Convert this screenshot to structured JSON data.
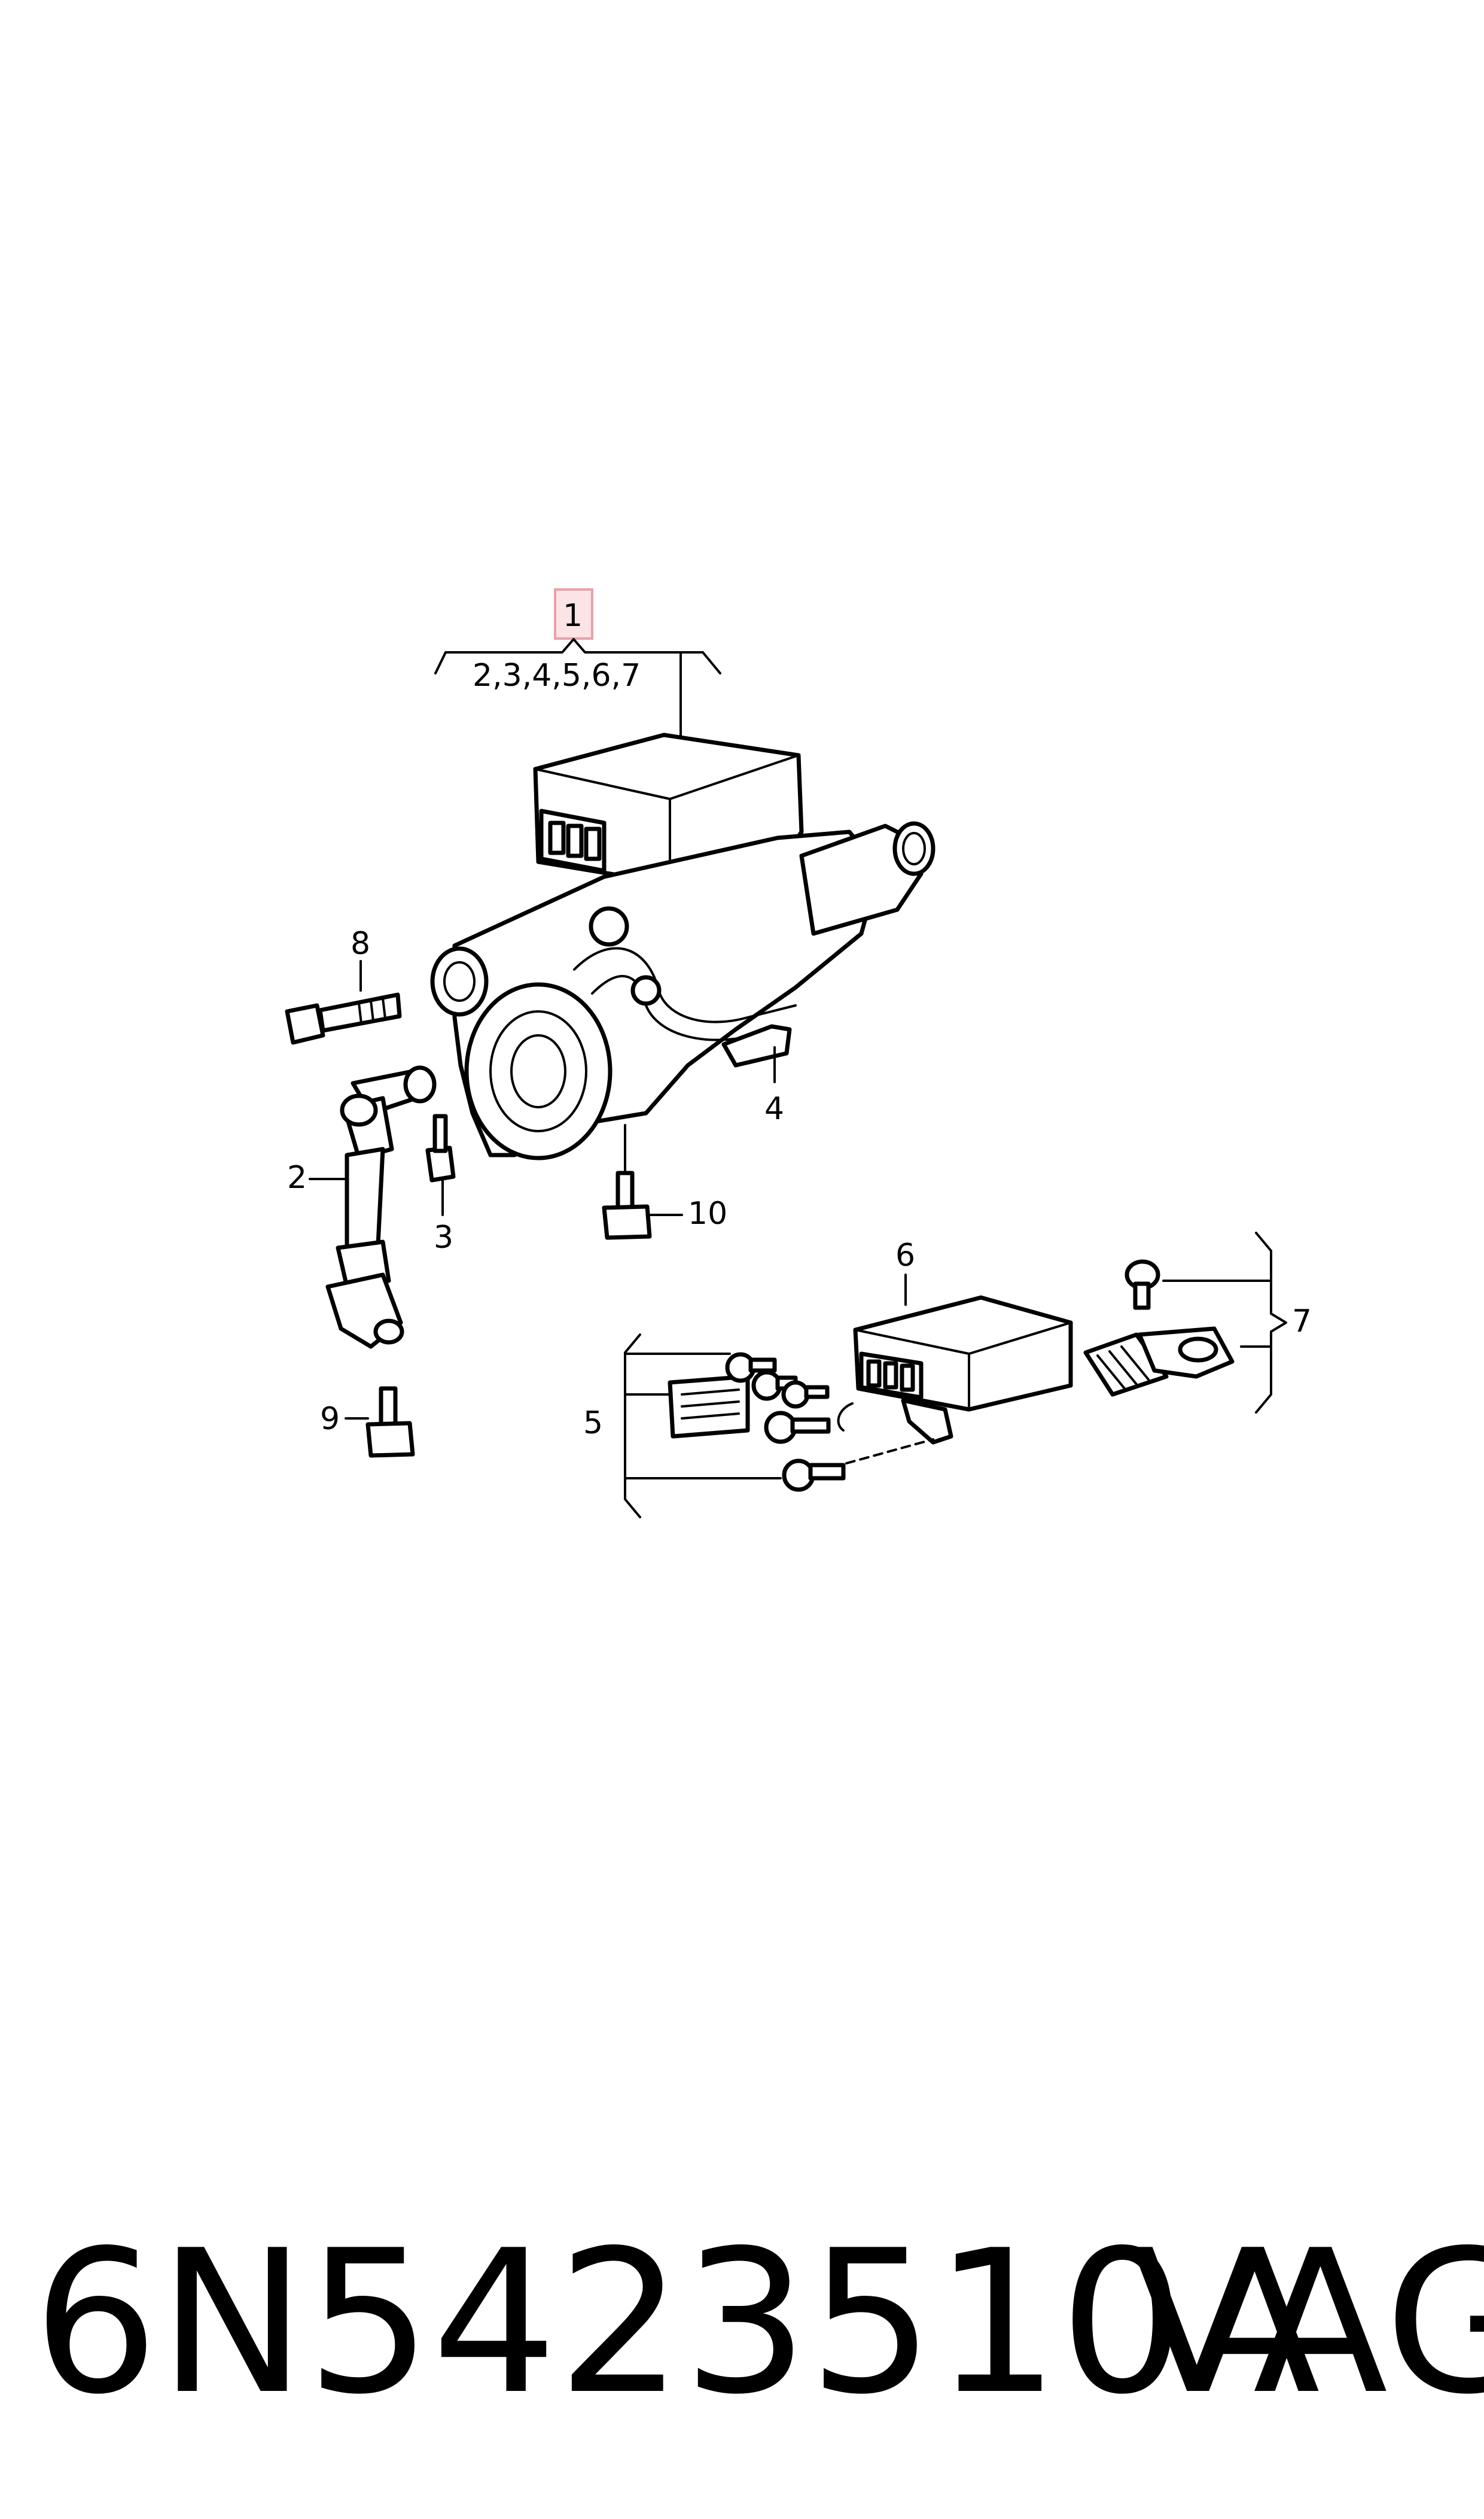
{
  "highlight_color": "#e8a0a8",
  "callouts": {
    "c1": "1",
    "c1_sub": "2,3,4,5,6,7",
    "c2": "2",
    "c3": "3",
    "c4": "4",
    "c5": "5",
    "c6": "6",
    "c7": "7",
    "c8": "8",
    "c9": "9",
    "c10": "10"
  },
  "footer": {
    "part_number": "6N5423510A",
    "brand": "VAG"
  }
}
